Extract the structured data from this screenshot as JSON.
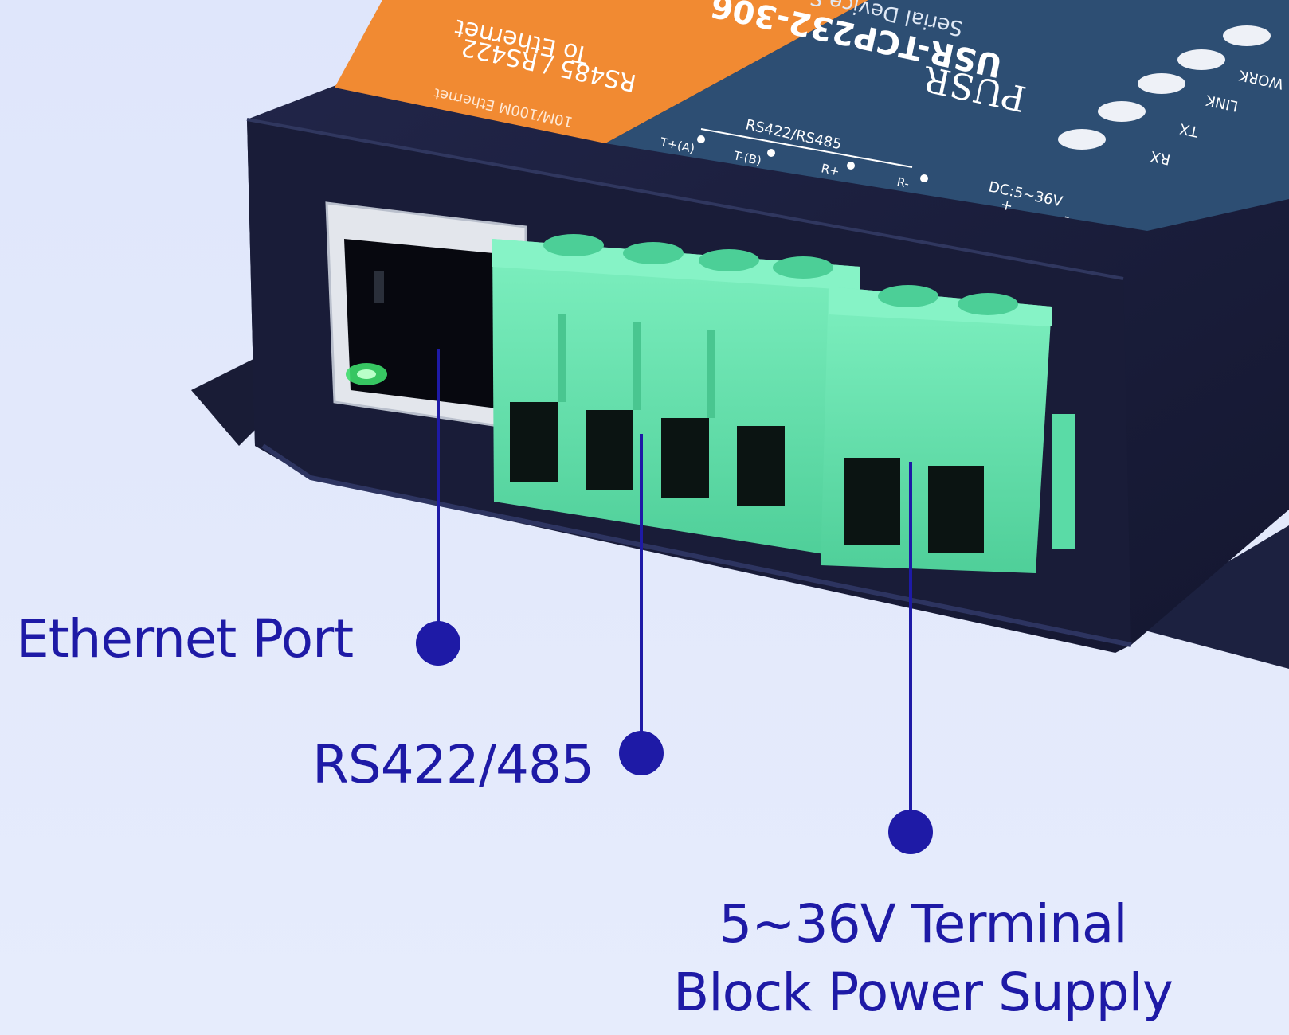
{
  "device": {
    "label_top_text": [
      "RS485 / RS422",
      "To Ethernet"
    ],
    "ethernet_speed_text": "10M/100M Ethernet",
    "brand": "PUSR",
    "model": "USR-TCP232-306",
    "subtitle": "Serial Device Server",
    "indicators": [
      "RX",
      "TX",
      "LINK",
      "WORK"
    ],
    "rs_header": "RS422/RS485",
    "pin_labels": [
      "T+(A)",
      "T-(B)",
      "R+",
      "R-"
    ],
    "power_rating": "DC:5~36V",
    "power_polarity": [
      "+",
      "-"
    ]
  },
  "callouts": {
    "ethernet": "Ethernet Port",
    "rs": "RS422/485",
    "power_line1": "5~36V Terminal",
    "power_line2": "Block Power Supply"
  },
  "colors": {
    "accent": "#1e1aa6",
    "terminal_green": "#5fe3ad",
    "label_orange": "#f18a32",
    "panel_blue": "#2d4e73",
    "housing": "#1b1f3a",
    "background": "#e0e7fb"
  }
}
